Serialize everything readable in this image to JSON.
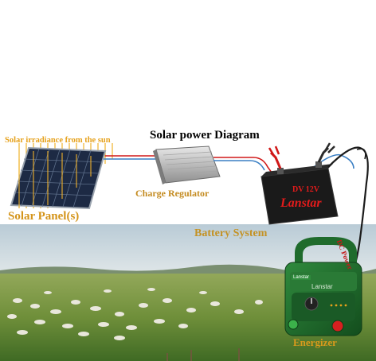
{
  "title": "Solar power Diagram",
  "labels": {
    "solar_irradiance": "Solar irradiance from the sun",
    "solar_panel": "Solar Panel(s)",
    "charge_regulator": "Charge  Regulator",
    "battery_system": "Battery System",
    "energizer": "Energizer",
    "dc_power": "DC Power"
  },
  "battery_face": {
    "voltage": "DV 12V",
    "brand": "Lanstar"
  },
  "energizer_face": {
    "tag": "Lanstar",
    "brand": "Lanstar"
  },
  "colors": {
    "label_gold": "#d4941a",
    "wire_red": "#d01818",
    "wire_blue": "#3a7fc4",
    "battery_body": "#1a1a1a",
    "energizer_green": "#1f6b2c",
    "sky_band": "#c8d6df",
    "grass": "#6f8f3a"
  }
}
